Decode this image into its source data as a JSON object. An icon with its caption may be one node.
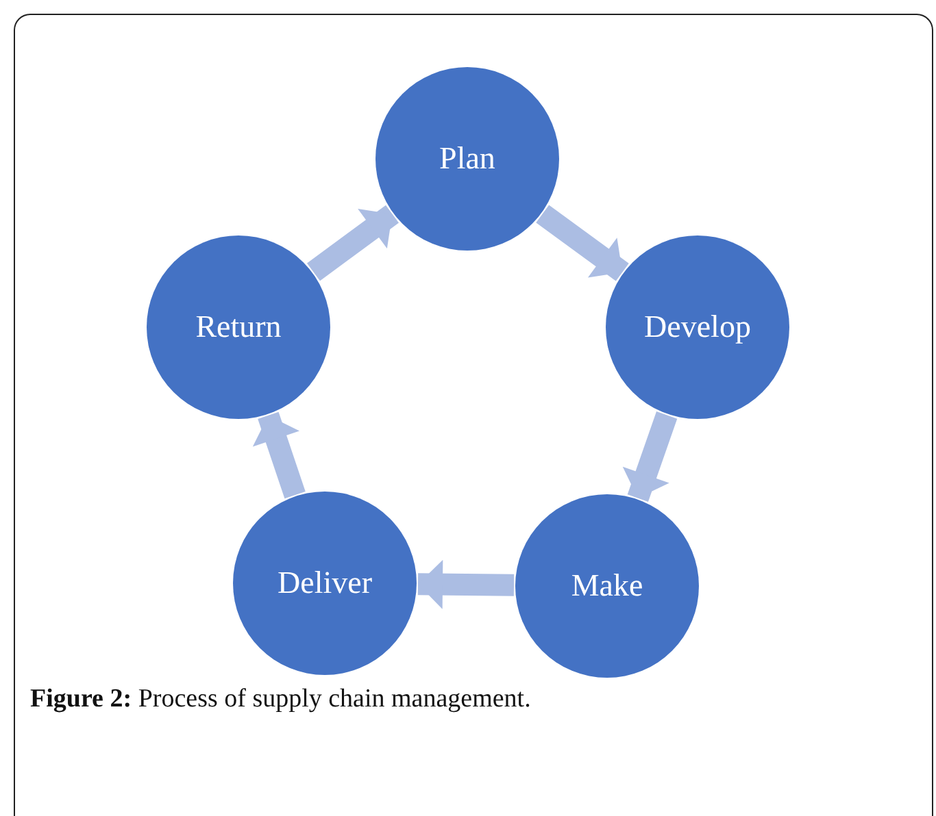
{
  "diagram": {
    "caption": "**Figure 2:** Process of supply chain management.",
    "nodes": [
      {
        "text": [
          "Plan"
        ]
      },
      {
        "text": [
          "Develop"
        ]
      },
      {
        "text": [
          "Make"
        ]
      },
      {
        "text": [
          "Deliver"
        ]
      },
      {
        "text": [
          "Return"
        ]
      }
    ],
    "edges": [
      {
        "from": 0,
        "to": 1,
        "arrow": "to"
      },
      {
        "from": 1,
        "to": 2,
        "arrow": "to"
      },
      {
        "from": 2,
        "to": 3,
        "arrow": "to"
      },
      {
        "from": 3,
        "to": 4,
        "arrow": "to"
      },
      {
        "from": 4,
        "to": 0,
        "arrow": "to"
      }
    ]
  }
}
